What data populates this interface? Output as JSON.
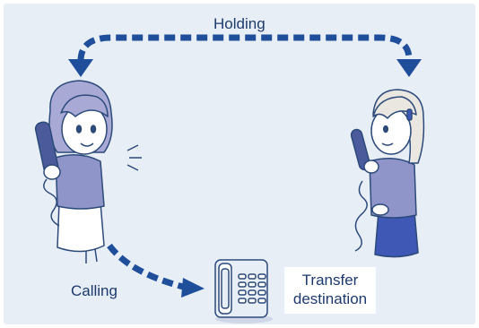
{
  "labels": {
    "holding": "Holding",
    "calling": "Calling",
    "transfer_line1": "Transfer",
    "transfer_line2": "destination"
  },
  "colors": {
    "background": "#e8eef5",
    "arrow": "#1f4e9b",
    "text": "#1d3a6d",
    "outline": "#2c4a7a",
    "clothing": "#8f95c8",
    "hair_left": "#a9a9d6",
    "hair_right": "#e9e7e0",
    "skirt": "#3f57b5",
    "phone": "#4a5a9a"
  },
  "icons": {
    "woman_left": "woman-on-phone-icon",
    "woman_right": "woman-on-phone-icon",
    "desk_phone": "desk-phone-icon"
  }
}
